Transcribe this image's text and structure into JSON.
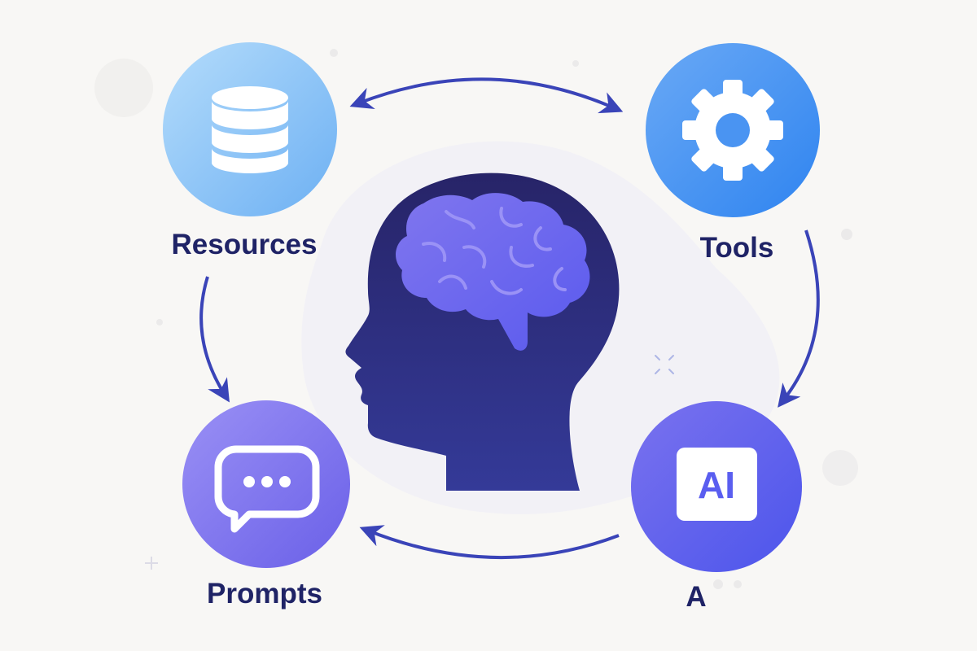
{
  "nodes": {
    "resources": {
      "label": "Resources",
      "icon": "database-icon"
    },
    "tools": {
      "label": "Tools",
      "icon": "gear-icon"
    },
    "prompts": {
      "label": "Prompts",
      "icon": "chat-bubble-icon"
    },
    "ai": {
      "label": "A",
      "icon": "ai-badge-icon",
      "badge_text": "AI"
    }
  },
  "center": {
    "icon": "head-with-brain-icon"
  },
  "colors": {
    "background": "#f8f7f5",
    "label_text": "#1f2366",
    "arrow": "#3a44b8",
    "head": "#2a2a78",
    "brain": "#6a68f0",
    "resources_circle": "#8fc7f7",
    "tools_circle": "#3b8df2",
    "prompts_circle": "#7a72ee",
    "ai_circle": "#5a5ef0"
  }
}
